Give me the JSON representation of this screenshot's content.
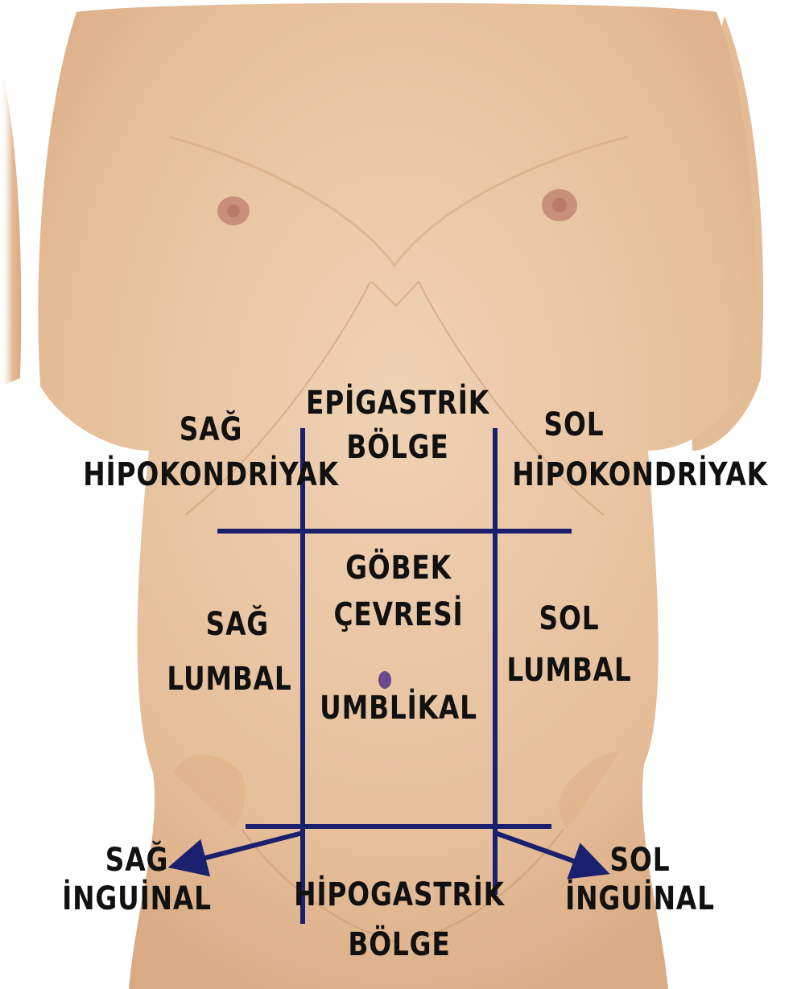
{
  "colors": {
    "skin": "#e9c6a3",
    "skin_shadow": "#cf9f78",
    "grid_line": "#1a1f6e",
    "label": "#111111",
    "background": "#ffffff"
  },
  "regions": {
    "right_hypochondriac": [
      "SAĞ",
      "HİPOKONDRİYAK"
    ],
    "epigastric": [
      "EPİGASTRİK",
      "BÖLGE"
    ],
    "left_hypochondriac": [
      "SOL",
      "HİPOKONDRİYAK"
    ],
    "right_lumbar": [
      "SAĞ",
      "LUMBAL"
    ],
    "umbilical": [
      "GÖBEK",
      "ÇEVRESİ",
      "UMBLİKAL"
    ],
    "left_lumbar": [
      "SOL",
      "LUMBAL"
    ],
    "right_inguinal": [
      "SAĞ",
      "İNGUİNAL"
    ],
    "hypogastric": [
      "HİPOGASTRİK",
      "BÖLGE"
    ],
    "left_inguinal": [
      "SOL",
      "İNGUİNAL"
    ]
  }
}
